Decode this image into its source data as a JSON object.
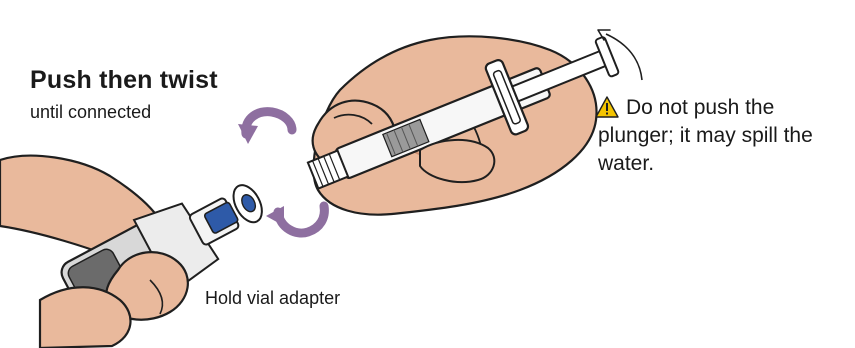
{
  "illustration": {
    "heading": "Push then twist",
    "subheading": "until connected",
    "warning": {
      "text": "Do not push the plunger; it may spill the water.",
      "icon": "warning-triangle-icon",
      "icon_color": "#f4c400"
    },
    "caption": "Hold vial adapter",
    "colors": {
      "skin": "#e9b99c",
      "skin_shadow": "#c98d70",
      "outline": "#1f1f1f",
      "twist_arrow": "#8e6fa0",
      "vial_cap": "#2e5aa8",
      "vial_glass": "#d8d8d8",
      "vial_label": "#6b6b6b"
    }
  }
}
